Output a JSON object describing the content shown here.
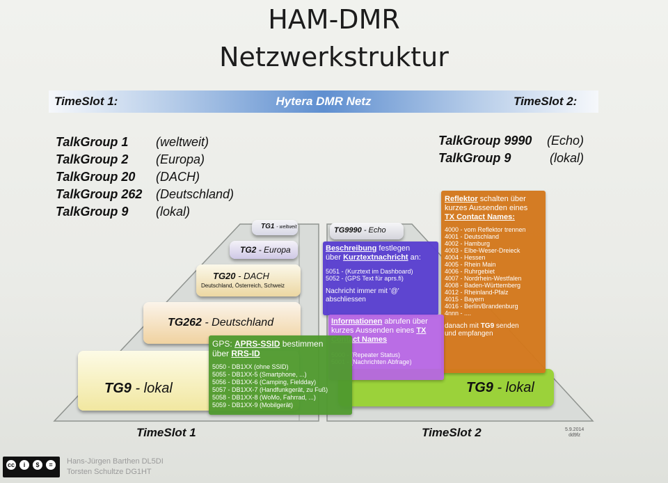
{
  "title_line1": "HAM-DMR",
  "title_line2": "Netzwerkstruktur",
  "header": {
    "timeslot1": "TimeSlot 1:",
    "network": "Hytera DMR Netz",
    "timeslot2": "TimeSlot 2:"
  },
  "ts1_groups": [
    {
      "name": "TalkGroup 1",
      "desc": "(weltweit)"
    },
    {
      "name": "TalkGroup 2",
      "desc": "(Europa)"
    },
    {
      "name": "TalkGroup 20",
      "desc": "(DACH)"
    },
    {
      "name": "TalkGroup 262",
      "desc": "(Deutschland)"
    },
    {
      "name": "TalkGroup 9",
      "desc": "(lokal)"
    }
  ],
  "ts2_groups": [
    {
      "name": "TalkGroup 9990",
      "desc": "(Echo)"
    },
    {
      "name": "TalkGroup 9",
      "desc": "(lokal)"
    }
  ],
  "pyramid_left": {
    "tg1": {
      "name": "TG1",
      "desc": "- weltweit"
    },
    "tg2": {
      "name": "TG2",
      "desc": "- Europa"
    },
    "tg20": {
      "name": "TG20",
      "desc": "- DACH",
      "sub": "Deutschland, Österreich, Schweiz"
    },
    "tg262": {
      "name": "TG262",
      "desc": "- Deutschland"
    },
    "tg9": {
      "name": "TG9",
      "desc": "- lokal"
    }
  },
  "pyramid_right": {
    "tg9990": {
      "name": "TG9990",
      "desc": "- Echo"
    },
    "tg9": {
      "name": "TG9",
      "desc": "- lokal"
    }
  },
  "gps_box": {
    "l1a": "GPS: ",
    "l1b": "APRS-SSID",
    "l1c": " bestimmen",
    "l2a": "über ",
    "l2b": "RRS-ID",
    "lines": [
      "5050 - DB1XX      (ohne SSID)",
      "5055 - DB1XX-5 (Smartphone, ...)",
      "5056 - DB1XX-6 (Camping, Fieldday)",
      "5057 - DB1XX-7 (Handfunkgerät, zu Fuß)",
      "5058 - DB1XX-8 (WoMo, Fahrrad, ...)",
      "5059 - DB1XX-9 (Mobilgerät)"
    ]
  },
  "desc_box": {
    "l1a": "Beschreibung",
    "l1b": " festlegen",
    "l2a": "über ",
    "l2b": "Kurztextnachricht",
    "l2c": " an:",
    "lines": [
      "5051 - (Kurztext im Dashboard)",
      "5052 - (GPS Text für aprs.fi)"
    ],
    "note1": "Nachricht immer mit '@'",
    "note2": "abschliessen"
  },
  "info_box": {
    "l1a": "Informationen",
    "l1b": " abrufen über",
    "l2a": "kurzes Aussenden eines ",
    "l2b": "TX",
    "l3": "Contact Names",
    "lines": [
      "5000 - (Repeater Status)",
      "5001 - (Nachrichten Abfrage)"
    ]
  },
  "reflector_box": {
    "l1a": "Reflektor",
    "l1b": " schalten über",
    "l2": "kurzes Aussenden eines",
    "l3": "TX Contact Names:",
    "lines": [
      "4000 - vom Reflektor trennen",
      "4001 - Deutschland",
      "4002 - Hamburg",
      "4003 - Elbe-Weser-Dreieck",
      "4004 - Hessen",
      "4005 - Rhein Main",
      "4006 - Ruhrgebiet",
      "4007 - Nordrhein-Westfalen",
      "4008 - Baden-Württemberg",
      "4012 - Rheinland-Pfalz",
      "4015 - Bayern",
      "4016 - Berlin/Brandenburg",
      "4nnn - ...."
    ],
    "foot1a": "danach mit ",
    "foot1b": "TG9",
    "foot1c": " senden",
    "foot2": "und empfangen"
  },
  "footer": {
    "timeslot1": "TimeSlot 1",
    "timeslot2": "TimeSlot 2",
    "date": "5.9.2014",
    "initials": "dd9fz",
    "author1": "Hans-Jürgen Barthen DL5DI",
    "author2": "Torsten Schultze DG1HT",
    "cc_glyphs": [
      "cc",
      "i",
      "$",
      "="
    ]
  },
  "colors": {
    "gps": "#4f9a2e",
    "description": "#5a3fd0",
    "info": "#b865e6",
    "reflector": "#d4781c",
    "tg9_right": "#9bd23a",
    "network_bar": "#5f8fd0"
  }
}
